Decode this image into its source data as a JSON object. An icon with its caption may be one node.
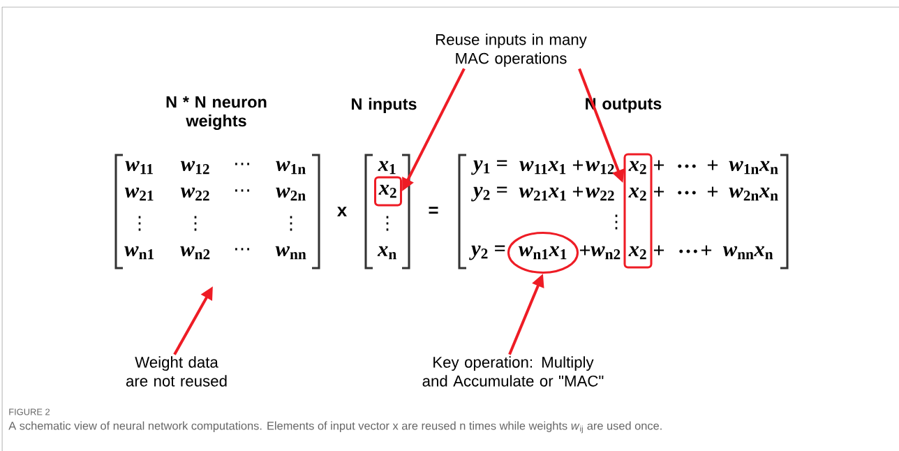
{
  "diagram": {
    "caption": "A schematic view of neural network computations. Elements of input vector x are reused n times while weights *w*$_{ij}$ are used once.",
    "nodes": [
      {
        "text": [
          "Reuse inputs in many MAC operations"
        ]
      },
      {
        "text": [
          "N * N neuron weights"
        ]
      },
      {
        "text": [
          "N inputs"
        ]
      },
      {
        "text": [
          "N outputs"
        ]
      },
      {
        "text": [
          "*x*$_{2}$"
        ]
      },
      {
        "text": [
          "*x*$_{2}$",
          "*x*$_{2}$",
          "*x*$_{2}$"
        ]
      },
      {
        "text": [
          "*w*$_{n1}$*x*$_{1}$"
        ]
      },
      {
        "text": [
          "Weight data are not reused"
        ]
      },
      {
        "text": [
          "Key operation: Multiply and Accumulate or \"MAC\""
        ]
      }
    ],
    "edges": [
      {
        "from": 0,
        "to": 4,
        "arrow": "to"
      },
      {
        "from": 0,
        "to": 5,
        "arrow": "to"
      },
      {
        "from": 7,
        "to": null,
        "arrow": "to"
      },
      {
        "from": 8,
        "to": 6,
        "arrow": "to"
      }
    ],
    "labels": [
      "*w*$_{11}$",
      "*w*$_{12}$",
      "⋯",
      "*w*$_{1n}$",
      "*w*$_{21}$",
      "*w*$_{22}$",
      "⋯",
      "*w*$_{2n}$",
      "⋮",
      "⋮",
      "⋮",
      "*w*$_{n1}$",
      "*w*$_{n2}$",
      "⋯",
      "*w*$_{nn}$",
      "x",
      "*x*$_{1}$",
      "⋮",
      "*x*$_{n}$",
      "=",
      "*y*$_{1}$ =",
      "*w*$_{11}$*x*$_{1}$",
      "+",
      "*w*$_{12}$",
      "+",
      "…",
      "+",
      "*w*$_{1n}$*x*$_{n}$",
      "*y*$_{2}$ =",
      "*w*$_{21}$*x*$_{1}$",
      "+",
      "*w*$_{22}$",
      "+",
      "…",
      "+",
      "*w*$_{2n}$*x*$_{n}$",
      "⋮",
      "*y*$_{2}$ =",
      "+",
      "*w*$_{n2}$",
      "+",
      "…",
      "+",
      "*w*$_{nn}$*x*$_{n}$",
      "FIGURE 2"
    ]
  }
}
